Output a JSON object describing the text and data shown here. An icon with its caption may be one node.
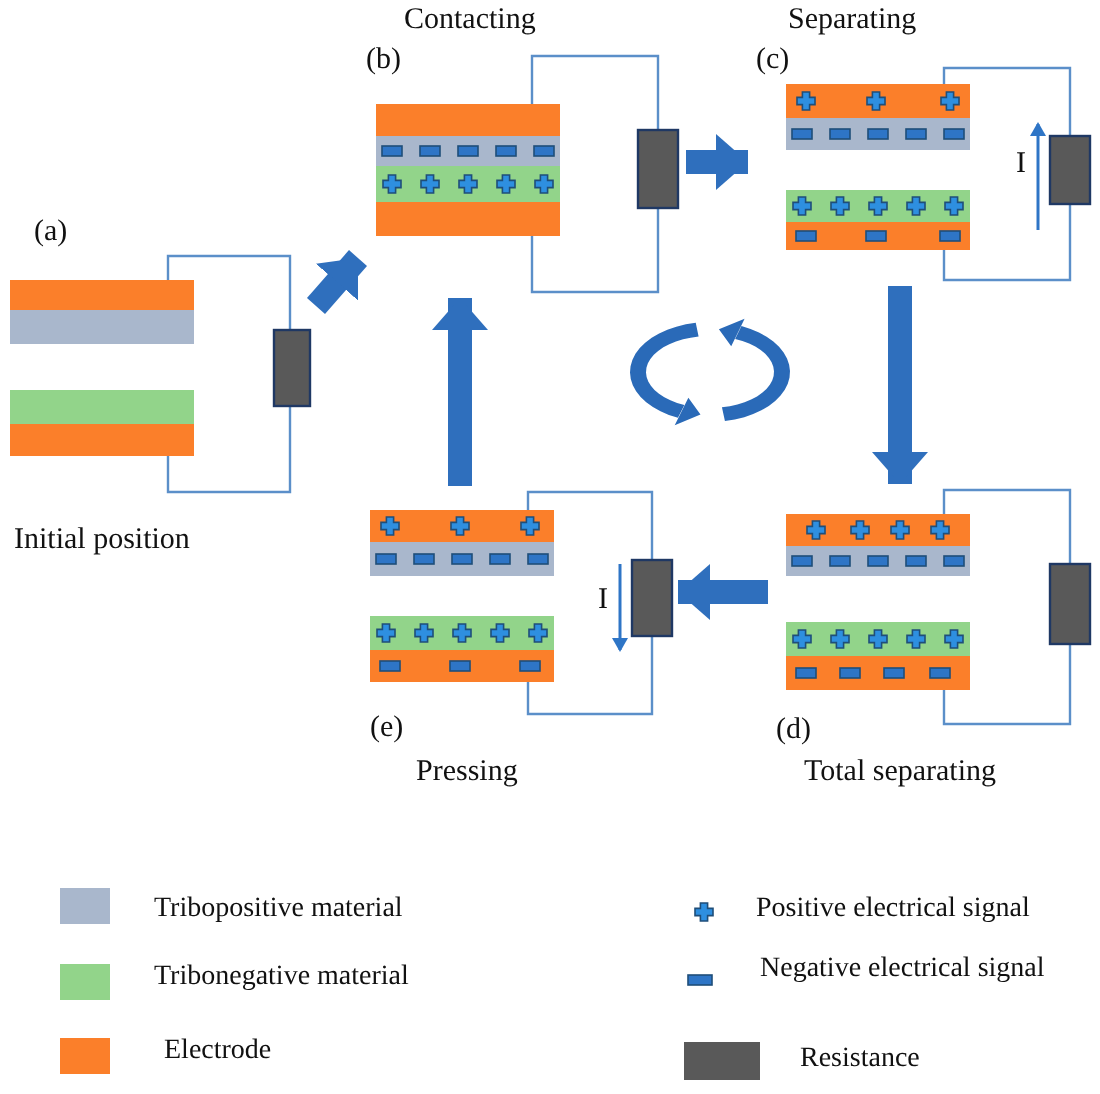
{
  "diagram": {
    "nodes": [
      {
        "text": [
          "(a)"
        ],
        "beside": [
          "Initial position"
        ]
      },
      {
        "text": [
          "(b)"
        ],
        "beside": [
          "Contacting"
        ]
      },
      {
        "text": [
          "(c)"
        ],
        "beside": [
          "Separating"
        ]
      },
      {
        "text": [
          "(d)"
        ],
        "beside": [
          "Total separating"
        ]
      },
      {
        "text": [
          "(e)"
        ],
        "beside": [
          "Pressing"
        ]
      }
    ],
    "edges": [
      {
        "from": 0,
        "to": 1,
        "arrow": "to"
      },
      {
        "from": 1,
        "to": 2,
        "arrow": "to"
      },
      {
        "from": 2,
        "to": 3,
        "arrow": "to"
      },
      {
        "from": 3,
        "to": 4,
        "arrow": "to"
      },
      {
        "from": 4,
        "to": 1,
        "arrow": "to"
      }
    ],
    "labels": [
      "I",
      "I"
    ],
    "legend": [
      {
        "text": "Tribopositive material",
        "color": "#a9b7cc"
      },
      {
        "text": "Positive electrical signal"
      },
      {
        "text": "Tribonegative material",
        "color": "#92d48a"
      },
      {
        "text": "Negative electrical signal"
      },
      {
        "text": "Electrode",
        "color": "#fb7f2a"
      },
      {
        "text": "Resistance",
        "color": "#595959"
      }
    ]
  }
}
